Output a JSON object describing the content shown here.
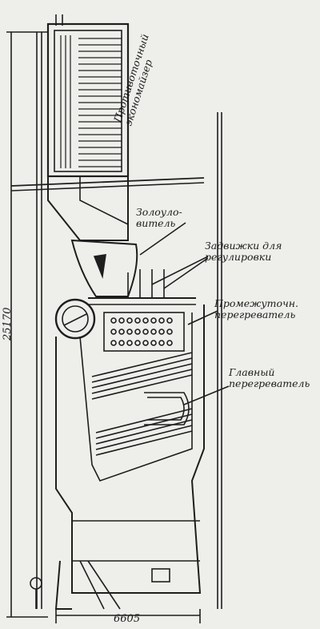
{
  "figure": {
    "labels": {
      "economizer": [
        "Противоточный",
        "экономайзер"
      ],
      "ash_catcher": [
        "Золоуло-",
        "витель"
      ],
      "valves": [
        "Задвижки для",
        "регулировки"
      ],
      "intermediate_superheater": [
        "Промежуточн.",
        "перегреватель"
      ],
      "main_superheater": [
        "Главный",
        "перегреватель"
      ]
    },
    "dimensions": {
      "height": "25170",
      "width": "6605"
    }
  }
}
